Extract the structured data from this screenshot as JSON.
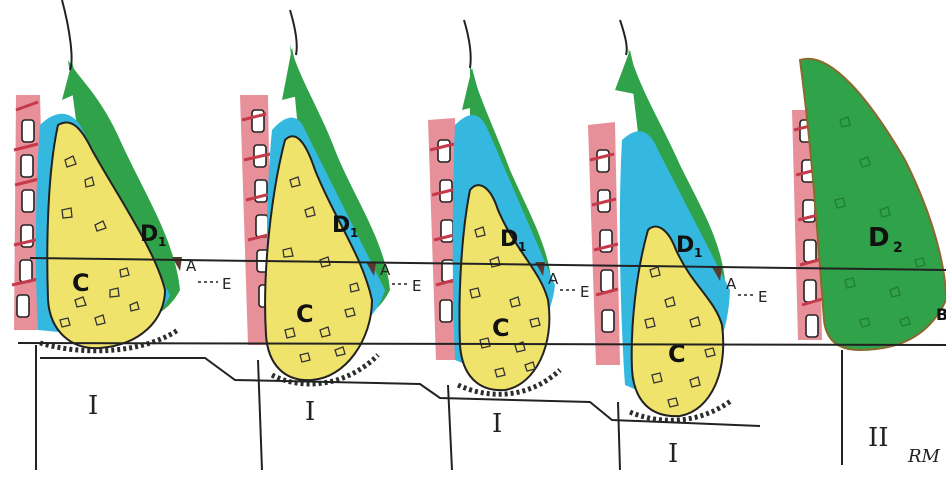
{
  "colors": {
    "bone": "#e06a78",
    "marrow": "#ffffff",
    "green": "#2fa24a",
    "greenDark": "#1f7e36",
    "blue": "#35b8e0",
    "yellow": "#efe36b",
    "line": "#222222",
    "brown": "#5a3a2e"
  },
  "panels": [
    {
      "c": "C",
      "d": "D",
      "d_sub": "1",
      "a": "A",
      "e": "E",
      "stage": "I"
    },
    {
      "c": "C",
      "d": "D",
      "d_sub": "1",
      "a": "A",
      "e": "E",
      "stage": "I"
    },
    {
      "c": "C",
      "d": "D",
      "d_sub": "1",
      "a": "A",
      "e": "E",
      "stage": "I"
    },
    {
      "c": "C",
      "d": "D",
      "d_sub": "1",
      "a": "A",
      "e": "E",
      "stage": "I"
    },
    {
      "c": "",
      "d": "D",
      "d_sub": "2",
      "a": "",
      "e": "",
      "stage": "II"
    }
  ],
  "edge_label": "B",
  "signature": "RM"
}
